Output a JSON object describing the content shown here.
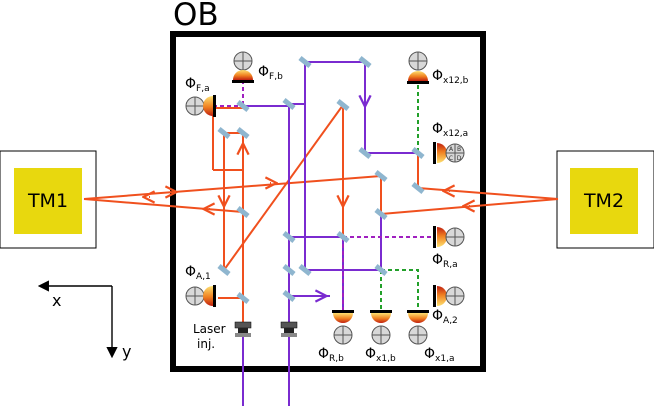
{
  "ob_label": "OB",
  "test_masses": [
    {
      "id": "tm1",
      "label": "TM1"
    },
    {
      "id": "tm2",
      "label": "TM2"
    }
  ],
  "photodiodes": [
    {
      "id": "fa",
      "symbol": "Φ",
      "sub": "F,a"
    },
    {
      "id": "fb",
      "symbol": "Φ",
      "sub": "F,b"
    },
    {
      "id": "x12b",
      "symbol": "Φ",
      "sub": "x12,b"
    },
    {
      "id": "x12a",
      "symbol": "Φ",
      "sub": "x12,a"
    },
    {
      "id": "ra",
      "symbol": "Φ",
      "sub": "R,a"
    },
    {
      "id": "a1",
      "symbol": "Φ",
      "sub": "A,1"
    },
    {
      "id": "a2",
      "symbol": "Φ",
      "sub": "A,2"
    },
    {
      "id": "rb",
      "symbol": "Φ",
      "sub": "R,b"
    },
    {
      "id": "x1b",
      "symbol": "Φ",
      "sub": "x1,b"
    },
    {
      "id": "x1a",
      "symbol": "Φ",
      "sub": "x1,a"
    }
  ],
  "quadrant_letters": [
    "A",
    "B",
    "C",
    "D"
  ],
  "laser_label_line1": "Laser",
  "laser_label_line2": "inj.",
  "axes": {
    "x": "x",
    "y": "y"
  },
  "colors": {
    "orange_beam": "#f0501e",
    "purple_beam": "#7a2bd0",
    "green_beam": "#22a02a",
    "tm_fill": "#e8d80e",
    "mirror": "#8fb6cf",
    "ob_border": "#000000"
  }
}
